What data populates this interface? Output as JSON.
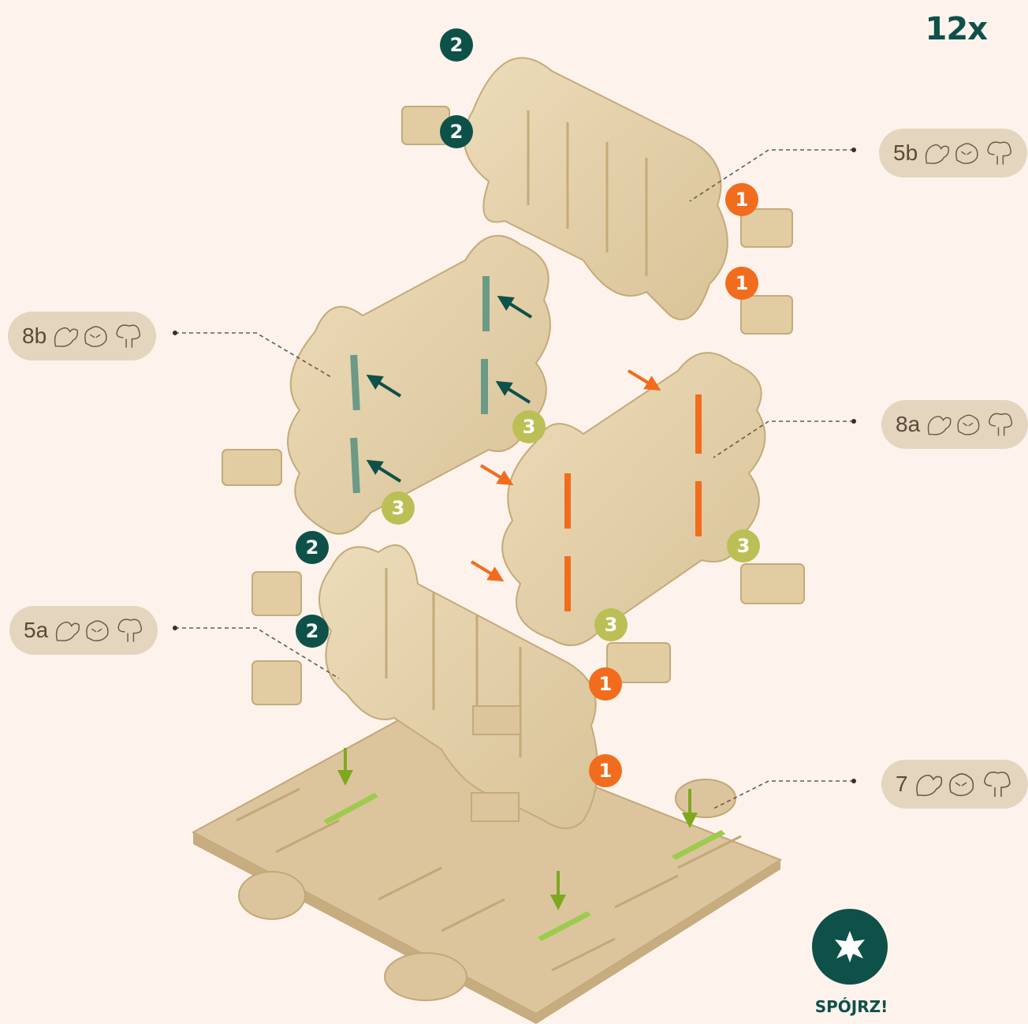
{
  "quantity": "12x",
  "look_label": "SPÓJRZ!",
  "colors": {
    "background": "#fdf3ec",
    "dark_green": "#0e5148",
    "orange": "#f26c1e",
    "olive": "#bcbf55",
    "lime": "#8dbb3a",
    "wood": "#e6d3ad",
    "label_bg": "#e4d5be"
  },
  "parts": [
    {
      "id": "5b",
      "code": "5b",
      "icons": [
        "squirrel-icon",
        "raccoon-icon",
        "tree-icon"
      ]
    },
    {
      "id": "8b",
      "code": "8b",
      "icons": [
        "squirrel-icon",
        "raccoon-icon",
        "tree-icon"
      ]
    },
    {
      "id": "8a",
      "code": "8a",
      "icons": [
        "squirrel-icon",
        "raccoon-icon",
        "tree-icon"
      ]
    },
    {
      "id": "5a",
      "code": "5a",
      "icons": [
        "squirrel-icon",
        "raccoon-icon",
        "tree-icon"
      ]
    },
    {
      "id": "7",
      "code": "7",
      "icons": [
        "squirrel-icon",
        "raccoon-icon",
        "tree-icon"
      ]
    }
  ],
  "step_badges": {
    "one": "1",
    "two": "2",
    "three": "3"
  }
}
